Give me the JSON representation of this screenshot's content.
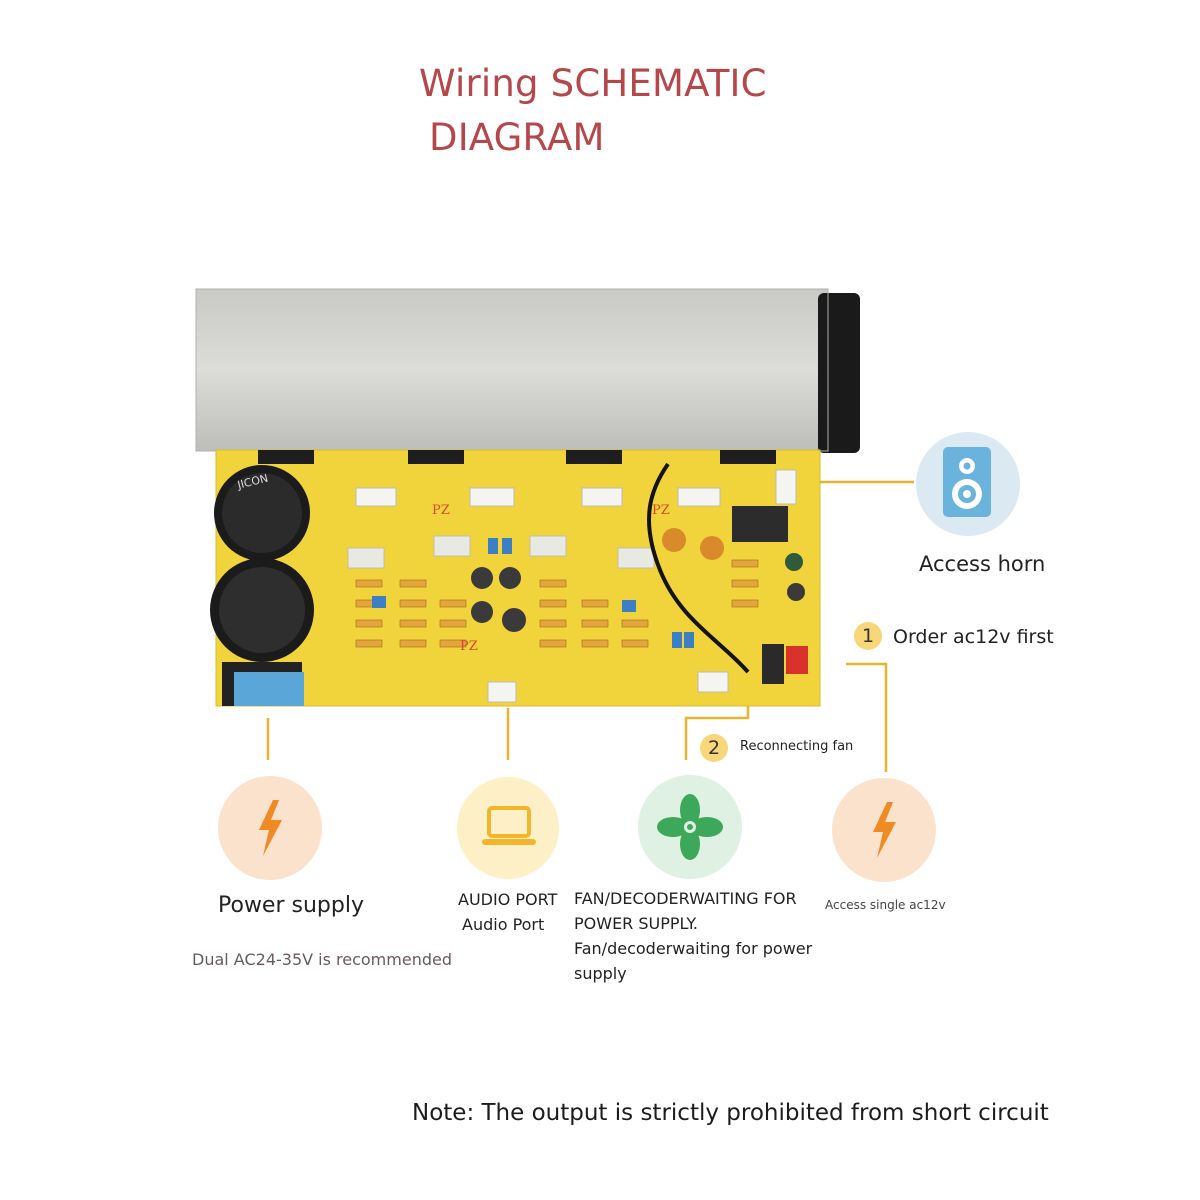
{
  "title": {
    "line1": "Wiring SCHEMATIC",
    "line2": "DIAGRAM"
  },
  "board": {
    "silkscreen": [
      "PZ",
      "PZ",
      "PZ",
      "JICON"
    ]
  },
  "callouts": {
    "horn": {
      "label": "Access horn",
      "icon": "speaker-icon"
    },
    "order": {
      "num": "1",
      "label": "Order ac12v first"
    },
    "fan_connect": {
      "num": "2",
      "label": "Reconnecting fan"
    },
    "power": {
      "label": "Power supply",
      "note": "Dual AC24-35V is recommended",
      "icon": "lightning-icon"
    },
    "audio": {
      "line1": "AUDIO PORT",
      "line2": "Audio Port",
      "icon": "laptop-icon"
    },
    "fan": {
      "line1": "FAN/DECODERWAITING FOR",
      "line2": "POWER SUPPLY.",
      "line3": "Fan/decoderwaiting for power",
      "line4": "supply",
      "icon": "fan-icon"
    },
    "ac12v": {
      "label": "Access single ac12v",
      "icon": "lightning-icon"
    }
  },
  "note": "Note: The output is strictly prohibited from short circuit",
  "colors": {
    "title": "#b5474b",
    "board": "#f1d43c",
    "heatsink": "#d3d3d0",
    "leader": "#e8b430",
    "horn_circle": "#dbe9f3",
    "orange_circle": "#fbe2cd",
    "yellow_circle": "#fdf0c6",
    "green_circle": "#dff1e3"
  }
}
